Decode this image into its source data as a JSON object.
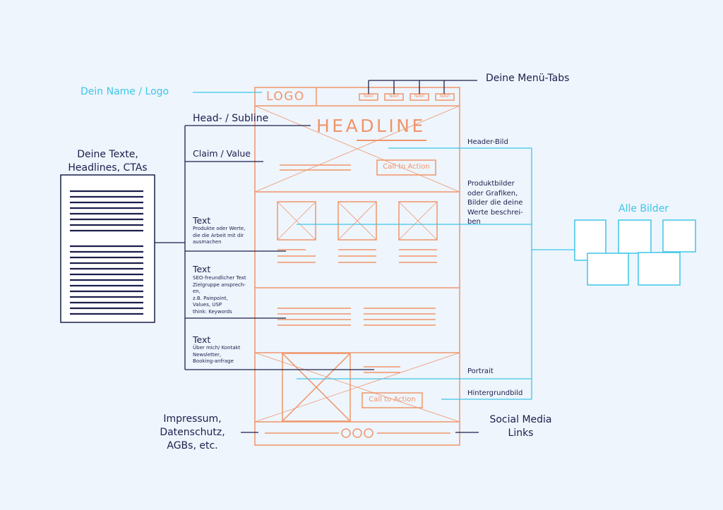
{
  "colors": {
    "background": "#eef5fd",
    "dark": "#1c1e4a",
    "cyan": "#3dc6e8",
    "orange": "#f0956a"
  },
  "wireframe": {
    "logo": "LOGO",
    "nav_tabs": [
      "NAVI",
      "NAVI",
      "NAVI",
      "NAVI"
    ],
    "headline": "HEADLINE",
    "cta_header": "Call to Action",
    "cta_footer": "Call to Action",
    "social_icons": [
      "circle-icon",
      "circle-icon",
      "circle-icon"
    ]
  },
  "labels": {
    "name_logo": "Dein Name / Logo",
    "menu_tabs": "Deine Menü-Tabs",
    "head_subline": "Head- / Subline",
    "claim_value": "Claim / Value",
    "texts_title": "Deine Texte,\nHeadlines, CTAs",
    "text1_title": "Text",
    "text1_body": "Produkte oder Werte,\ndie die Arbeit mit dir\nausmachen",
    "text2_title": "Text",
    "text2_body": "SEO-freundlicher Text\nZielgruppe ansprech-\nen,\nz.B. Painpoint,\nValues, USP\nthink: Keywords",
    "text3_title": "Text",
    "text3_body": "Über mich/ Kontakt\nNewsletter,\nBooking-anfrage",
    "impressum": "Impressum,\nDatenschutz,\nAGBs, etc.",
    "social_links": "Social Media\nLinks",
    "header_bild": "Header-Bild",
    "produktbilder": "Produktbilder\noder Grafiken,\nBilder die deine\nWerte beschrei-\nben",
    "portrait": "Portrait",
    "hintergrundbild": "Hintergrundbild",
    "alle_bilder": "Alle Bilder"
  }
}
